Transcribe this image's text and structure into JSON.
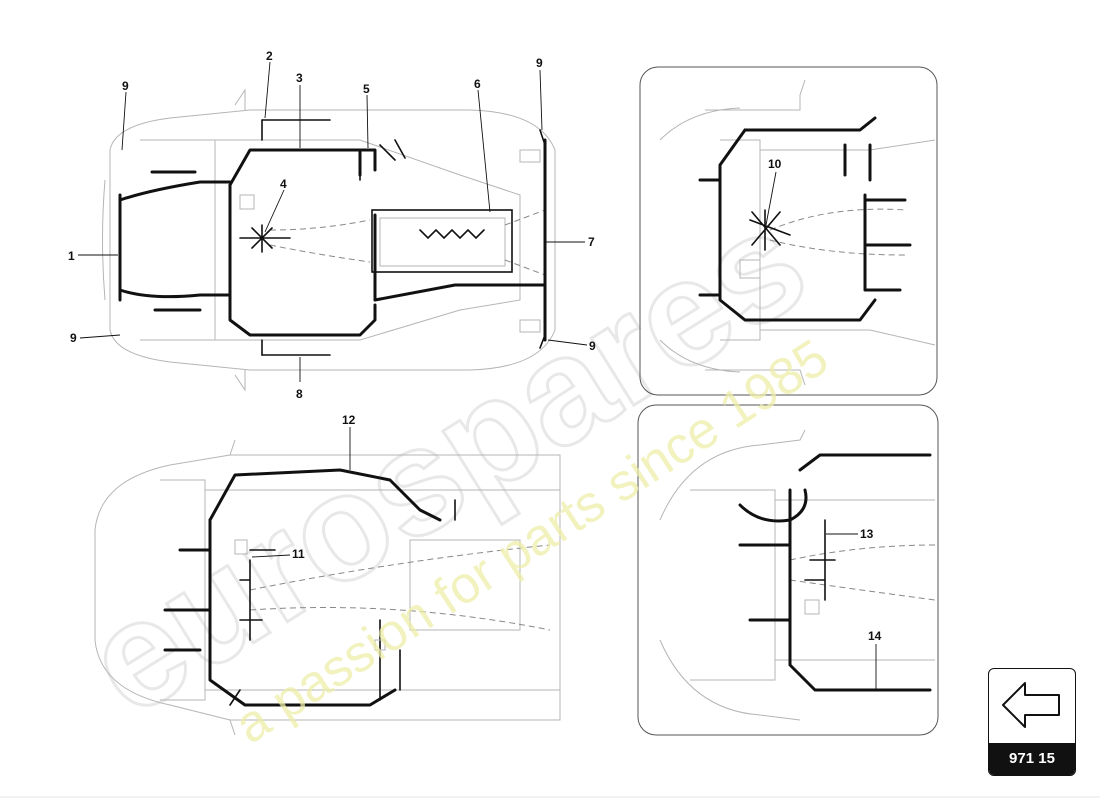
{
  "callouts": {
    "c1": "1",
    "c2": "2",
    "c3": "3",
    "c4": "4",
    "c5": "5",
    "c6": "6",
    "c7": "7",
    "c8": "8",
    "c9a": "9",
    "c9b": "9",
    "c9c": "9",
    "c9d": "9",
    "c10": "10",
    "c11": "11",
    "c12": "12",
    "c13": "13",
    "c14": "14"
  },
  "watermark": {
    "brand": "eurospares",
    "tagline": "a passion for parts since 1985"
  },
  "nav": {
    "icon": "back-arrow-icon",
    "code": "971 15"
  }
}
